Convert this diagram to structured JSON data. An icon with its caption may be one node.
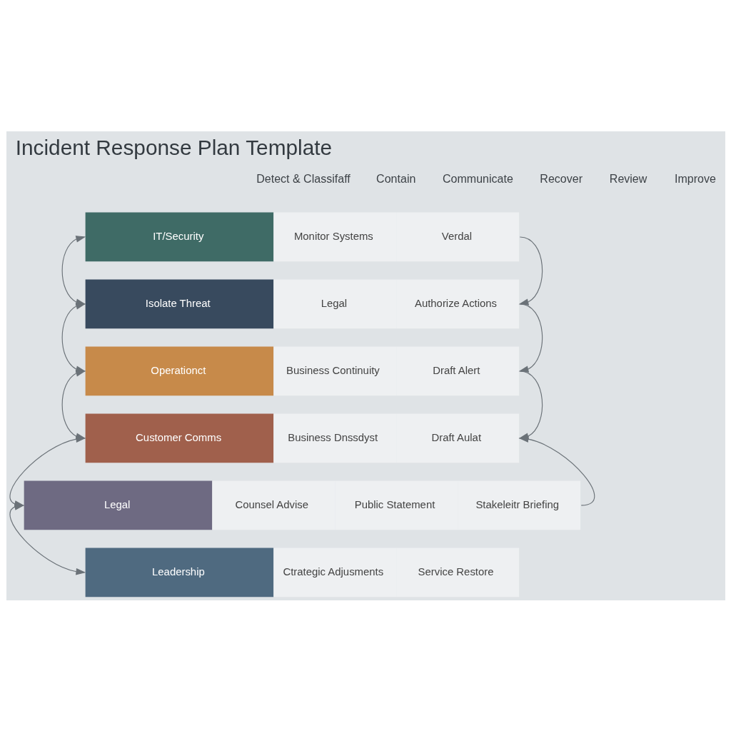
{
  "diagram": {
    "title": "Incident Response Plan Template",
    "nodes": [
      {
        "text": [
          "IT/Security",
          "Monitor Systems",
          "Verdal"
        ]
      },
      {
        "text": [
          "Isolate Threat",
          "Legal",
          "Authorize Actions"
        ]
      },
      {
        "text": [
          "Operationct",
          "Business Continuity",
          "Draft Alert"
        ]
      },
      {
        "text": [
          "Customer Comms",
          "Business Dnssdyst",
          "Draft Aulat"
        ]
      },
      {
        "text": [
          "Legal",
          "Counsel Advise",
          "Public Statement",
          "Stakeleitr Briefing"
        ]
      },
      {
        "text": [
          "Leadership",
          "Ctrategic Adjusments",
          "Service Restore"
        ]
      }
    ],
    "edges": [
      {
        "from": 0,
        "to": 1,
        "arrow": "both"
      },
      {
        "from": 1,
        "to": 2,
        "arrow": "both"
      },
      {
        "from": 2,
        "to": 3,
        "arrow": "both"
      },
      {
        "from": 3,
        "to": 4,
        "arrow": "both"
      },
      {
        "from": 4,
        "to": 5,
        "arrow": "both"
      },
      {
        "from": 0,
        "to": 1,
        "arrow": "to"
      },
      {
        "from": 1,
        "to": 2,
        "arrow": "to"
      },
      {
        "from": 2,
        "to": 3,
        "arrow": "to"
      },
      {
        "from": 4,
        "to": 3,
        "arrow": "to"
      }
    ],
    "labels": [
      "Detect & Classifaff",
      "Contain",
      "Communicate",
      "Recover",
      "Review",
      "Improve"
    ]
  }
}
